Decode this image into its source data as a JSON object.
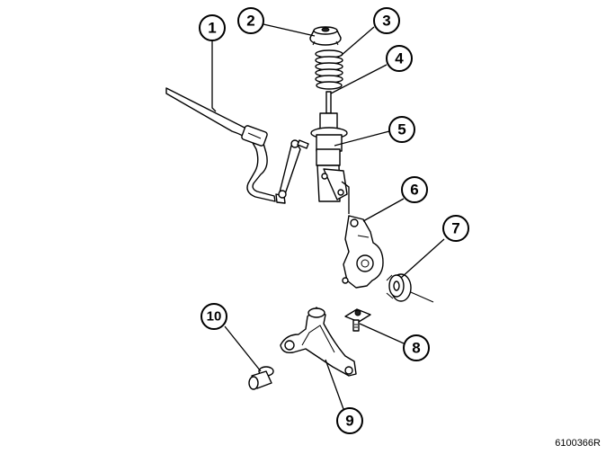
{
  "figure_code": "6100366R",
  "callouts": [
    {
      "label": "1"
    },
    {
      "label": "2"
    },
    {
      "label": "3"
    },
    {
      "label": "4"
    },
    {
      "label": "5"
    },
    {
      "label": "6"
    },
    {
      "label": "7"
    },
    {
      "label": "8"
    },
    {
      "label": "9"
    },
    {
      "label": "10"
    }
  ]
}
